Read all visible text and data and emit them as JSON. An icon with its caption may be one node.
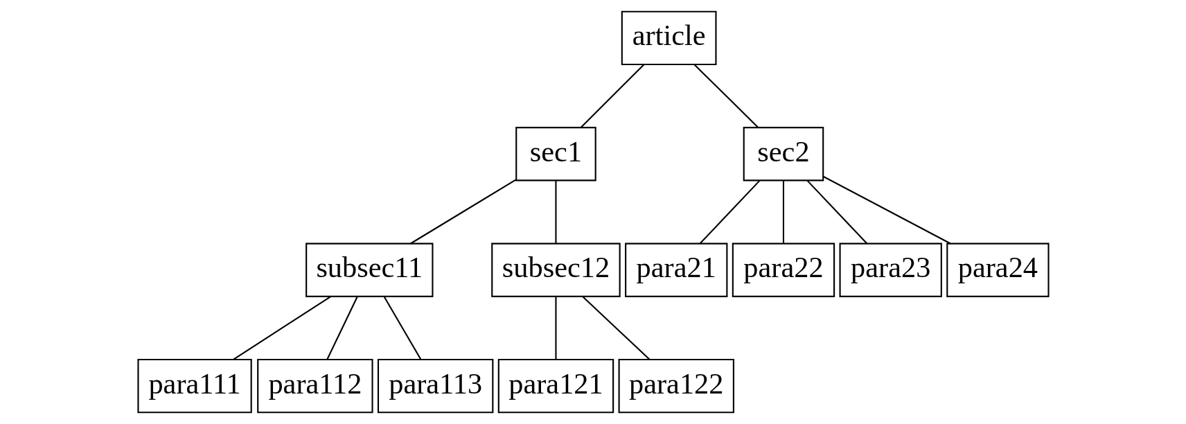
{
  "diagram": {
    "nodes": [
      {
        "text": [
          "article"
        ]
      },
      {
        "text": [
          "sec1"
        ]
      },
      {
        "text": [
          "sec2"
        ]
      },
      {
        "text": [
          "subsec11"
        ]
      },
      {
        "text": [
          "subsec12"
        ]
      },
      {
        "text": [
          "para21"
        ]
      },
      {
        "text": [
          "para22"
        ]
      },
      {
        "text": [
          "para23"
        ]
      },
      {
        "text": [
          "para24"
        ]
      },
      {
        "text": [
          "para111"
        ]
      },
      {
        "text": [
          "para112"
        ]
      },
      {
        "text": [
          "para113"
        ]
      },
      {
        "text": [
          "para121"
        ]
      },
      {
        "text": [
          "para122"
        ]
      }
    ],
    "edges": [
      {
        "from": 0,
        "to": 1,
        "arrow": "none"
      },
      {
        "from": 0,
        "to": 2,
        "arrow": "none"
      },
      {
        "from": 1,
        "to": 3,
        "arrow": "none"
      },
      {
        "from": 1,
        "to": 4,
        "arrow": "none"
      },
      {
        "from": 2,
        "to": 5,
        "arrow": "none"
      },
      {
        "from": 2,
        "to": 6,
        "arrow": "none"
      },
      {
        "from": 2,
        "to": 7,
        "arrow": "none"
      },
      {
        "from": 2,
        "to": 8,
        "arrow": "none"
      },
      {
        "from": 3,
        "to": 9,
        "arrow": "none"
      },
      {
        "from": 3,
        "to": 10,
        "arrow": "none"
      },
      {
        "from": 3,
        "to": 11,
        "arrow": "none"
      },
      {
        "from": 4,
        "to": 12,
        "arrow": "none"
      },
      {
        "from": 4,
        "to": 13,
        "arrow": "none"
      }
    ]
  }
}
